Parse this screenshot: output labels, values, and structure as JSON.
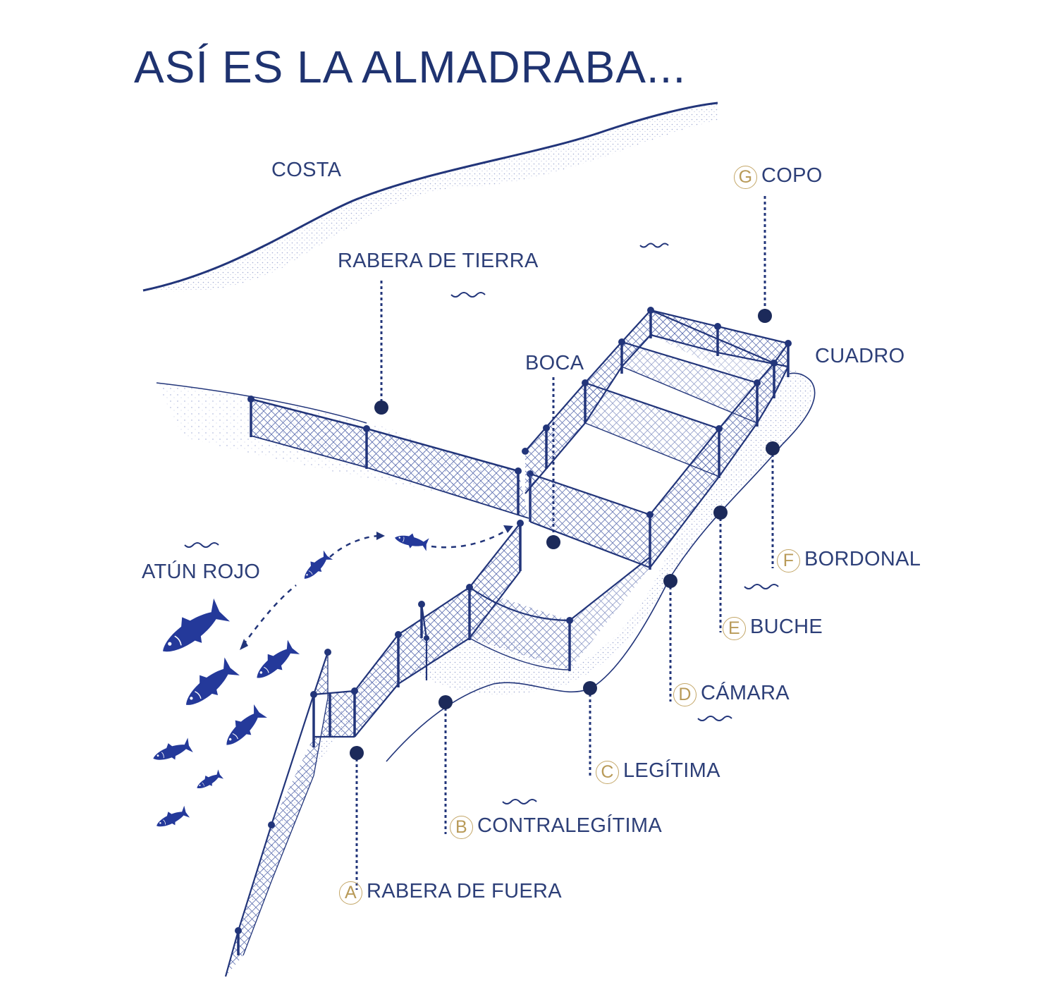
{
  "title": "ASÍ ES LA ALMADRABA...",
  "labels": {
    "costa": "COSTA",
    "rabera_tierra": "RABERA DE TIERRA",
    "boca": "BOCA",
    "cuadro": "CUADRO",
    "atun": "ATÚN ROJO"
  },
  "parts": [
    {
      "letter": "A",
      "name": "RABERA DE FUERA"
    },
    {
      "letter": "B",
      "name": "CONTRALEGÍTIMA"
    },
    {
      "letter": "C",
      "name": "LEGÍTIMA"
    },
    {
      "letter": "D",
      "name": "CÁMARA"
    },
    {
      "letter": "E",
      "name": "BUCHE"
    },
    {
      "letter": "F",
      "name": "BORDONAL"
    },
    {
      "letter": "G",
      "name": "COPO"
    }
  ],
  "colors": {
    "ink": "#22357a",
    "dot": "#1c2a5a",
    "badge": "#c4a768",
    "text": "#2d3f78"
  }
}
